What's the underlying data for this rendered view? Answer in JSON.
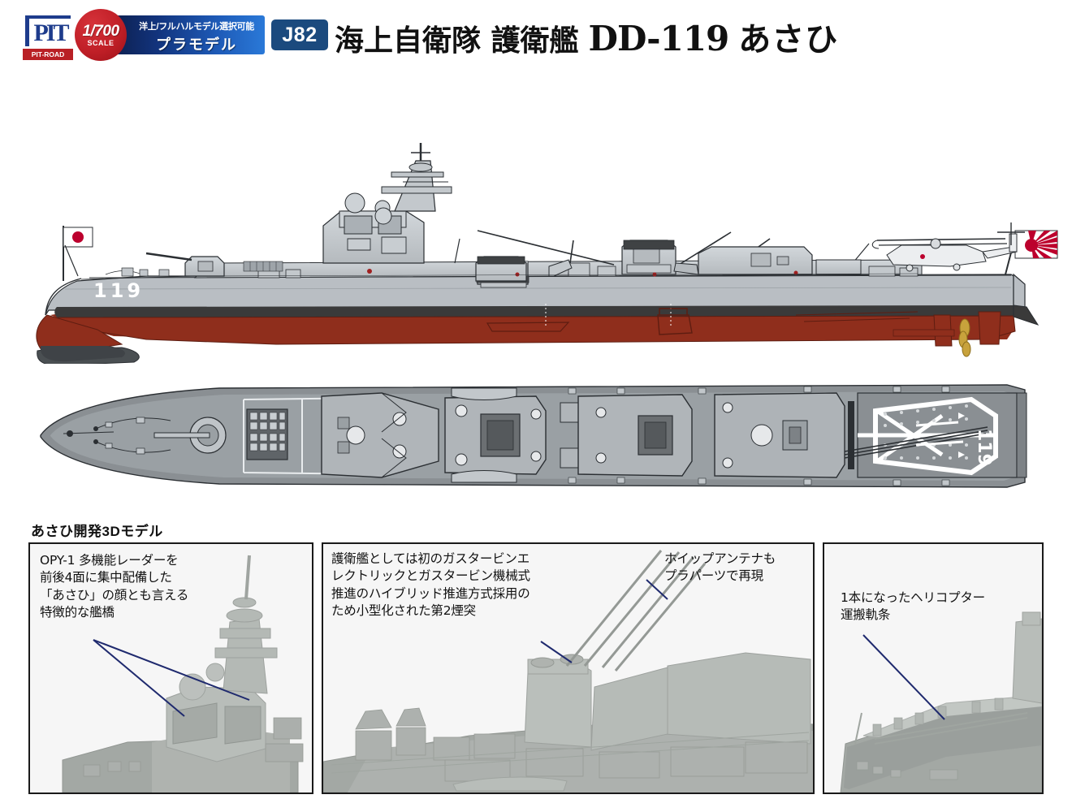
{
  "header": {
    "brand": {
      "logo_mark": "PIT",
      "logo_name": "PIT-ROAD",
      "logo_icon": "pit-road-logo"
    },
    "scale_badge": {
      "scale": "1/700",
      "sub": "SCALE"
    },
    "plamo_banner": {
      "top_line": "洋上/フルハルモデル選択可能",
      "big_line": "プラモデル"
    },
    "kit_code": "J82",
    "title": {
      "full": "海上自衛隊 護衛艦 DD-119 あさひ",
      "force": "海上自衛隊 護衛艦",
      "designation": "DD-119",
      "ship_name": "あさひ"
    }
  },
  "ship": {
    "hull_number": "119",
    "flight_deck_marking": "119",
    "flags": {
      "bow": "japan-national-flag",
      "stern": "jmsdf-naval-ensign"
    },
    "colors": {
      "superstructure": "#c3c8cc",
      "hull_upper": "#b9bec3",
      "boot_topping": "#3a3a3a",
      "anti_fouling_red": "#8f2e1c",
      "deck_grey": "#8a8f93",
      "deck_dark": "#6e7377",
      "outline": "#2b2f33",
      "propeller_brass": "#c8a23c"
    },
    "views": {
      "side_label": "side-profile-view",
      "plan_label": "plan-top-view"
    }
  },
  "model_section": {
    "heading": "あさひ開発3Dモデル",
    "callouts": [
      {
        "id": "bridge-radar",
        "text": "OPY-1 多機能レーダーを\n前後4面に集中配備した\n「あさひ」の顔とも言える\n特徴的な艦橋"
      },
      {
        "id": "second-funnel",
        "text": "護衛艦としては初のガスタービンエ\nレクトリックとガスタービン機械式\n推進のハイブリッド推進方式採用の\nため小型化された第2煙突"
      },
      {
        "id": "whip-antenna",
        "text": "ホイップアンテナも\nプラパーツで再現"
      },
      {
        "id": "helicopter-rail",
        "text": "1本になったヘリコプター\n運搬軌条"
      }
    ],
    "panels": [
      {
        "id": "panel-bridge",
        "photo": "3d-model-bridge-superstructure"
      },
      {
        "id": "panel-midship",
        "photo": "3d-model-midship-funnel"
      },
      {
        "id": "panel-stern",
        "photo": "3d-model-stern-flight-deck"
      }
    ],
    "leader_line_color": "#1f2a6e"
  }
}
